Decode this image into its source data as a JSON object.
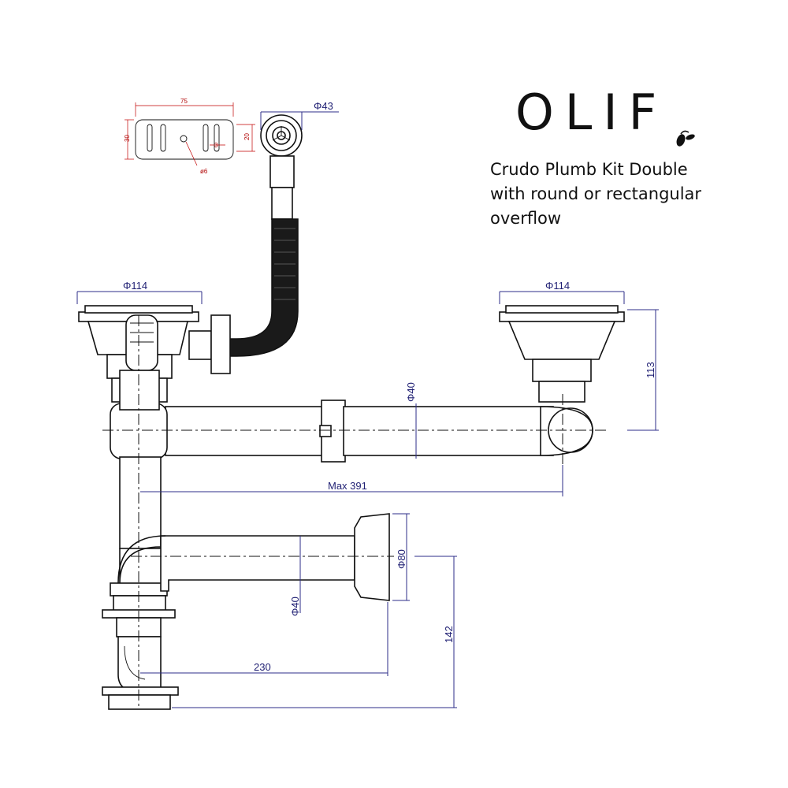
{
  "brand": {
    "logo_text": "OLIF"
  },
  "product": {
    "title_lines": [
      "Crudo Plumb Kit Double",
      "with round or rectangular",
      "overflow"
    ]
  },
  "dimensions": {
    "overflow_width": "75",
    "overflow_height": "30",
    "overflow_slot_height": "20",
    "overflow_slot_gap": "3",
    "overflow_hole": "ø6",
    "round_overflow_dia": "Φ43",
    "left_basket_dia": "Φ114",
    "right_basket_dia": "Φ114",
    "basket_height": "113",
    "horizontal_pipe_dia": "Φ40",
    "max_spacing": "Max 391",
    "outlet_dia": "Φ80",
    "outlet_pipe_dia": "Φ40",
    "outlet_length": "230",
    "trap_height": "142"
  },
  "colors": {
    "dimension_blue": "#2d2d88",
    "overflow_red": "#c00000",
    "line": "#111111"
  }
}
